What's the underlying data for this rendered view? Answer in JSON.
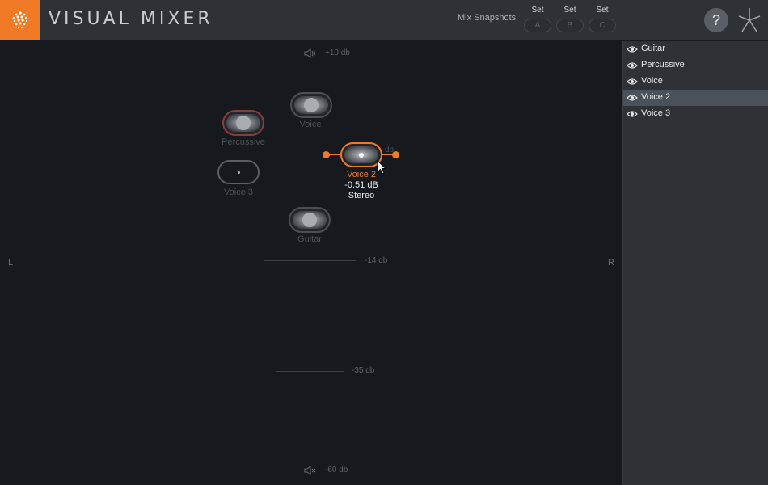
{
  "header": {
    "title": "VISUAL MIXER",
    "snapshots_label": "Mix Snapshots",
    "snapshots": [
      {
        "set": "Set",
        "slot": "A"
      },
      {
        "set": "Set",
        "slot": "B"
      },
      {
        "set": "Set",
        "slot": "C"
      }
    ],
    "help": "?"
  },
  "stage": {
    "top_label": "+10 db",
    "bottom_label": "-60 db",
    "mid_label_1": "-14 db",
    "mid_label_2": "-35 db",
    "left": "L",
    "right": "R",
    "db_tag": "db"
  },
  "tracks": {
    "voice": "Voice",
    "percussive": "Percussive",
    "voice3": "Voice 3",
    "guitar": "Guitar"
  },
  "selected": {
    "name": "Voice 2",
    "gain": "-0.51 dB",
    "mode": "Stereo"
  },
  "panel": {
    "items": [
      {
        "label": "Guitar"
      },
      {
        "label": "Percussive"
      },
      {
        "label": "Voice"
      },
      {
        "label": "Voice 2"
      },
      {
        "label": "Voice 3"
      }
    ]
  },
  "colors": {
    "accent": "#f07a25",
    "panel_bg": "#2e3237",
    "stage_bg": "#16191d"
  }
}
